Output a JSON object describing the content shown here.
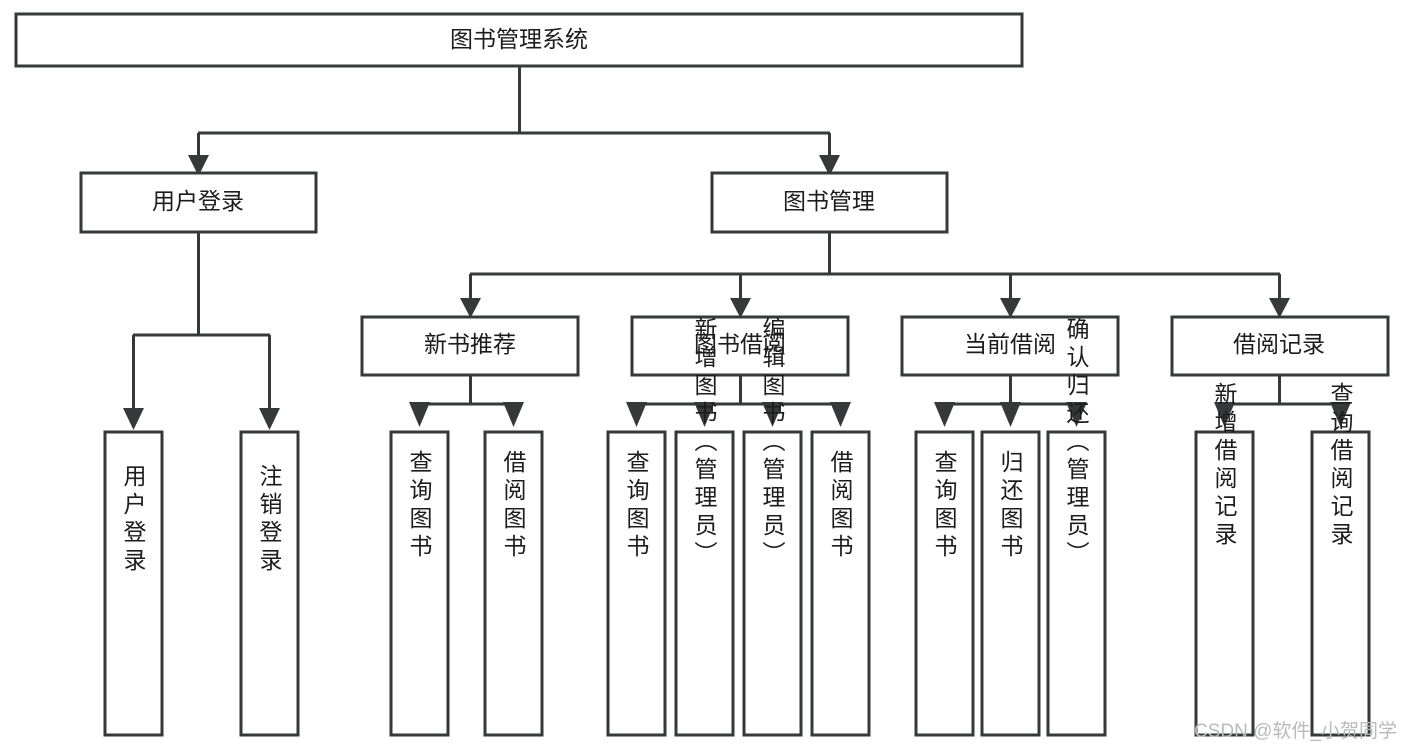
{
  "diagram": {
    "kind": "hierarchy-tree",
    "title": "图书管理系统",
    "root": {
      "label": "图书管理系统"
    },
    "level2": [
      {
        "label": "用户登录"
      },
      {
        "label": "图书管理"
      }
    ],
    "level3": [
      {
        "label": "新书推荐"
      },
      {
        "label": "图书借阅"
      },
      {
        "label": "当前借阅"
      },
      {
        "label": "借阅记录"
      }
    ],
    "leaves": {
      "user_login": [
        {
          "label": "用户登录"
        },
        {
          "label": "注销登录"
        }
      ],
      "new_book_recommend": [
        {
          "label": "查询图书"
        },
        {
          "label": "借阅图书"
        }
      ],
      "book_borrow": [
        {
          "label": "查询图书"
        },
        {
          "label": "新增图书（管理员）"
        },
        {
          "label": "编辑图书（管理员）"
        },
        {
          "label": "借阅图书"
        }
      ],
      "current_borrow": [
        {
          "label": "查询图书"
        },
        {
          "label": "归还图书"
        },
        {
          "label": "确认归还（管理员）"
        }
      ],
      "borrow_record": [
        {
          "label": "新增借阅记录"
        },
        {
          "label": "查询借阅记录"
        }
      ]
    }
  },
  "watermark": {
    "text": "CSDN @软件_小贺同学"
  },
  "colors": {
    "stroke": "#36383a",
    "fill": "#ffffff",
    "text": "#1c1c1c",
    "watermark": "#b9babb"
  }
}
